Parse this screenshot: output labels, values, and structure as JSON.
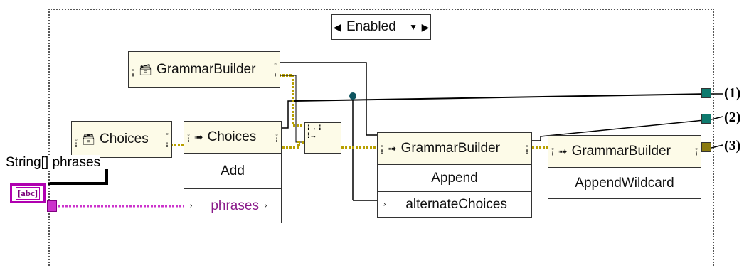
{
  "structure": {
    "selector_label": "Enabled"
  },
  "nodes": {
    "grammarbuilder_ctor": "GrammarBuilder",
    "choices_ctor": "Choices",
    "choices_invoke": "Choices",
    "choices_method": "Add",
    "choices_param": "phrases",
    "gb_append_class": "GrammarBuilder",
    "gb_append_method": "Append",
    "gb_append_param": "alternateChoices",
    "gb_wild_class": "GrammarBuilder",
    "gb_wild_method": "AppendWildcard"
  },
  "control": {
    "label": "String[] phrases",
    "glyph": "abc"
  },
  "outputs": [
    "(1)",
    "(2)",
    "(3)"
  ],
  "colors": {
    "wire_ref": "#000000",
    "wire_string": "#cc33cc",
    "wire_class": "#b8a000",
    "terminal_ref": "#0e7a6e",
    "terminal_class": "#8a7a10",
    "control_border": "#b000b0"
  }
}
